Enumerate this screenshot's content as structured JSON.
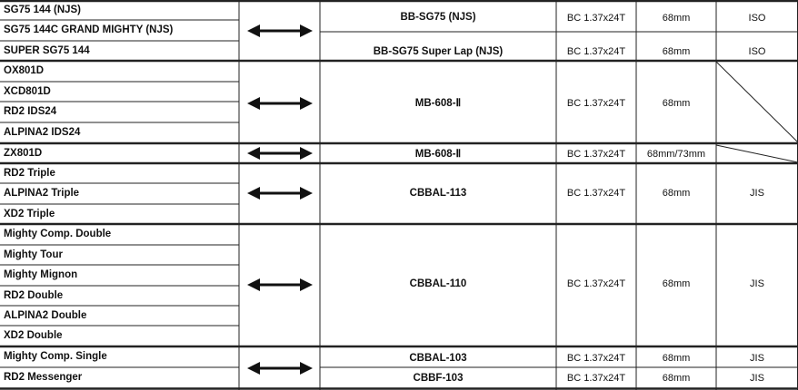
{
  "rows": [
    {
      "crankset": [
        "SG75 144 (NJS)",
        "SG75 144C GRAND MIGHTY (NJS)",
        "SUPER SG75 144"
      ],
      "bb": [
        {
          "part": "BB-SG75 (NJS)",
          "spec": "BC 1.37x24T",
          "shell": "68mm",
          "thread": "ISO"
        },
        {
          "part": "BB-SG75 Super Lap (NJS)",
          "spec": "BC 1.37x24T",
          "shell": "68mm",
          "thread": "ISO"
        }
      ]
    },
    {
      "crankset": [
        "OX801D",
        "XCD801D",
        "RD2  IDS24",
        "ALPINA2  IDS24"
      ],
      "bb": [
        {
          "part": "MB-608-Ⅱ",
          "spec": "BC 1.37x24T",
          "shell": "68mm",
          "thread": ""
        }
      ]
    },
    {
      "crankset": [
        "ZX801D"
      ],
      "bb": [
        {
          "part": "MB-608-Ⅱ",
          "spec": "BC 1.37x24T",
          "shell": "68mm/73mm",
          "thread": ""
        }
      ]
    },
    {
      "crankset": [
        "RD2 Triple",
        "ALPINA2 Triple",
        "XD2 Triple"
      ],
      "bb": [
        {
          "part": "CBBAL-113",
          "spec": "BC 1.37x24T",
          "shell": "68mm",
          "thread": "JIS"
        }
      ]
    },
    {
      "crankset": [
        "Mighty Comp. Double",
        "Mighty Tour",
        "Mighty Mignon",
        "RD2 Double",
        "ALPINA2 Double",
        "XD2 Double"
      ],
      "bb": [
        {
          "part": "CBBAL-110",
          "spec": "BC 1.37x24T",
          "shell": "68mm",
          "thread": "JIS"
        }
      ]
    },
    {
      "crankset": [
        "Mighty Comp. Single",
        "RD2 Messenger"
      ],
      "bb": [
        {
          "part": "CBBAL-103",
          "spec": "BC 1.37x24T",
          "shell": "68mm",
          "thread": "JIS"
        },
        {
          "part": "CBBF-103",
          "spec": "BC 1.37x24T",
          "shell": "68mm",
          "thread": "JIS"
        }
      ]
    }
  ]
}
